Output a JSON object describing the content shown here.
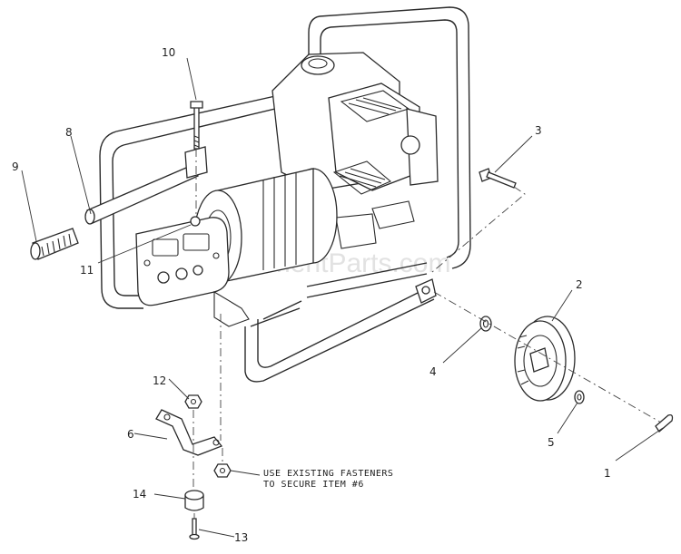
{
  "diagram": {
    "watermark": "eReplacementParts.com",
    "callouts": [
      "1",
      "2",
      "3",
      "4",
      "5",
      "6",
      "8",
      "9",
      "10",
      "11",
      "12",
      "13",
      "14"
    ],
    "note_line1": "USE EXISTING FASTENERS",
    "note_line2": "TO SECURE ITEM #6"
  }
}
